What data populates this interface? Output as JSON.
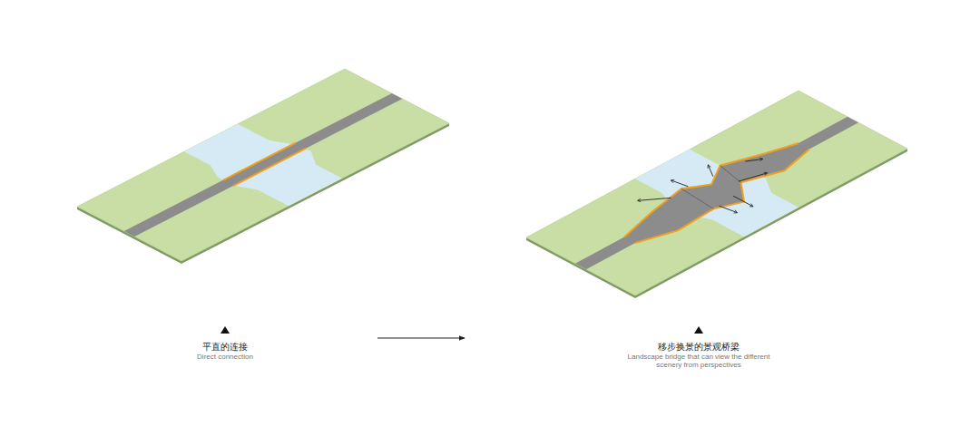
{
  "diagram": {
    "labels": [
      "平直的连接",
      "Direct connection",
      "移步换景的景观桥梁",
      "Landscape bridge that can view the different scenery from perspectives"
    ]
  }
}
